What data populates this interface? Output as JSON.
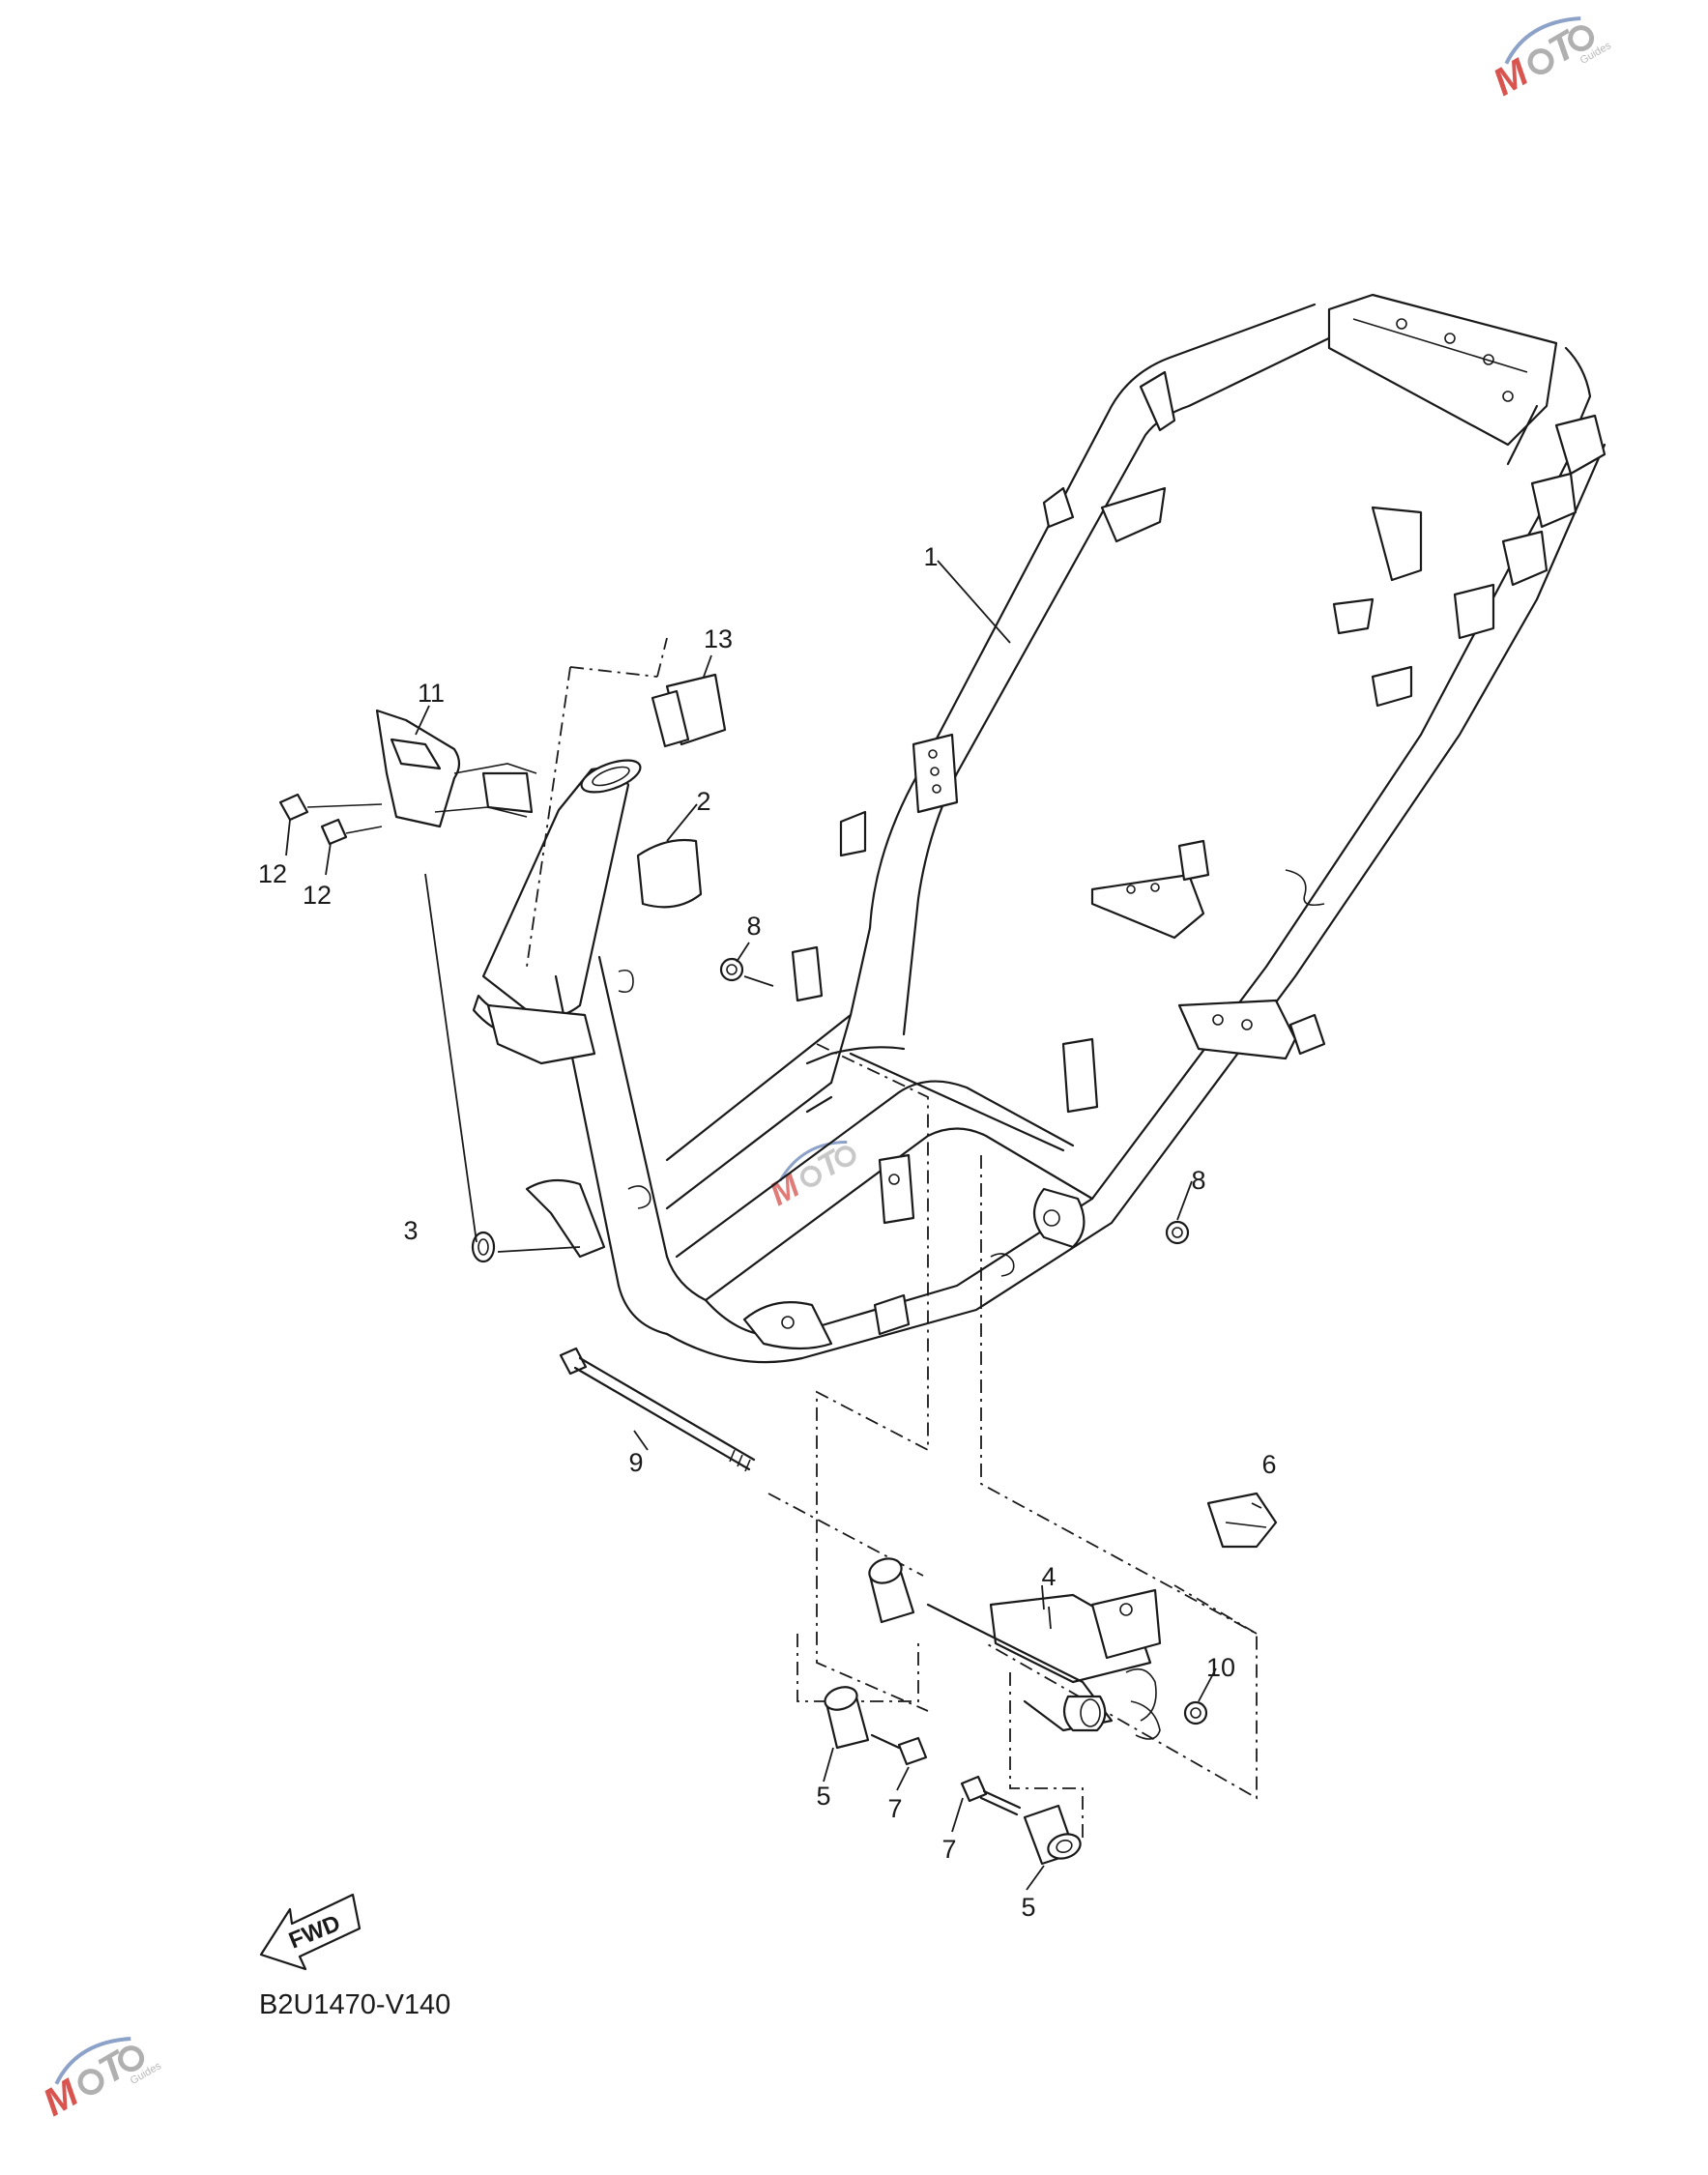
{
  "diagram": {
    "code": "B2U1470-V140",
    "direction_label": "FWD",
    "callouts": [
      {
        "id": "c1",
        "label": "1"
      },
      {
        "id": "c2",
        "label": "2"
      },
      {
        "id": "c3",
        "label": "3"
      },
      {
        "id": "c4",
        "label": "4"
      },
      {
        "id": "c5a",
        "label": "5"
      },
      {
        "id": "c5b",
        "label": "5"
      },
      {
        "id": "c6",
        "label": "6"
      },
      {
        "id": "c7a",
        "label": "7"
      },
      {
        "id": "c7b",
        "label": "7"
      },
      {
        "id": "c8a",
        "label": "8"
      },
      {
        "id": "c8b",
        "label": "8"
      },
      {
        "id": "c9",
        "label": "9"
      },
      {
        "id": "c10",
        "label": "10"
      },
      {
        "id": "c11",
        "label": "11"
      },
      {
        "id": "c12a",
        "label": "12"
      },
      {
        "id": "c12b",
        "label": "12"
      },
      {
        "id": "c13",
        "label": "13"
      }
    ]
  },
  "watermark": {
    "text": "MOTO",
    "subtext": "Guides",
    "colors": {
      "red": "#d9534f",
      "gray": "#b0b0b0",
      "blue": "#8da2c8"
    }
  }
}
